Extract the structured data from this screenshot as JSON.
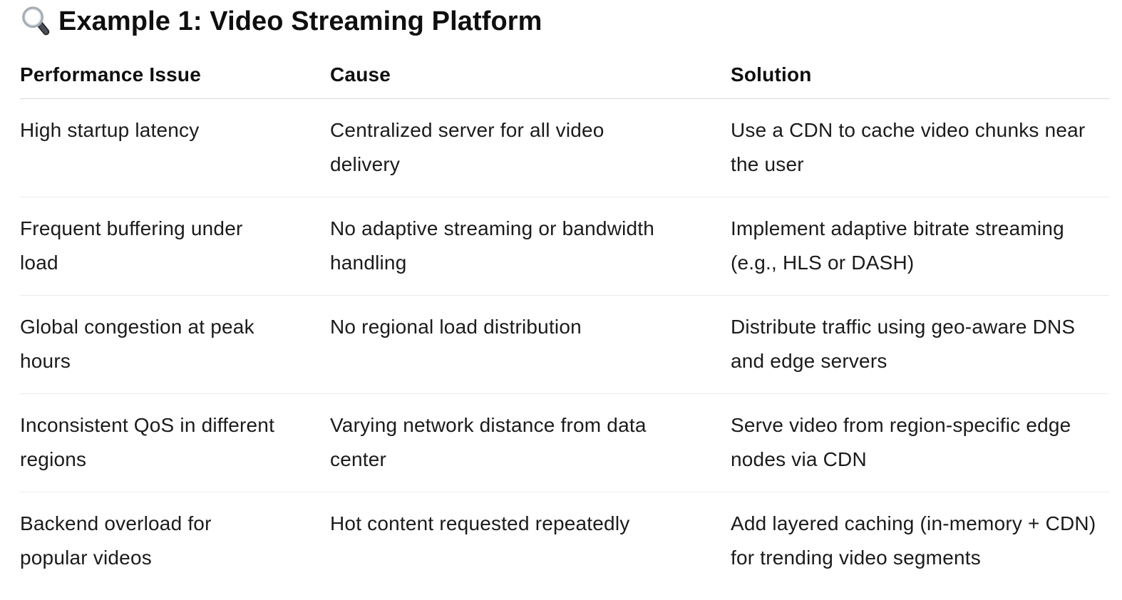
{
  "header": {
    "icon": "magnifying-glass",
    "title": "Example 1: Video Streaming Platform"
  },
  "table": {
    "columns": [
      "Performance Issue",
      "Cause",
      "Solution"
    ],
    "rows": [
      {
        "issue": "High startup latency",
        "cause": "Centralized server for all video delivery",
        "solution": "Use a CDN to cache video chunks near the user"
      },
      {
        "issue": "Frequent buffering under load",
        "cause": "No adaptive streaming or bandwidth handling",
        "solution": "Implement adaptive bitrate streaming (e.g., HLS or DASH)"
      },
      {
        "issue": "Global congestion at peak hours",
        "cause": "No regional load distribution",
        "solution": "Distribute traffic using geo-aware DNS and edge servers"
      },
      {
        "issue": "Inconsistent QoS in different regions",
        "cause": "Varying network distance from data center",
        "solution": "Serve video from region-specific edge nodes via CDN"
      },
      {
        "issue": "Backend overload for popular videos",
        "cause": "Hot content requested repeatedly",
        "solution": "Add layered caching (in-memory + CDN) for trending video segments"
      }
    ]
  },
  "colors": {
    "text": "#1b1b1d",
    "title": "#0f0f10",
    "header_divider": "#d7d7d7",
    "row_divider": "#ebebeb",
    "background": "#ffffff"
  }
}
